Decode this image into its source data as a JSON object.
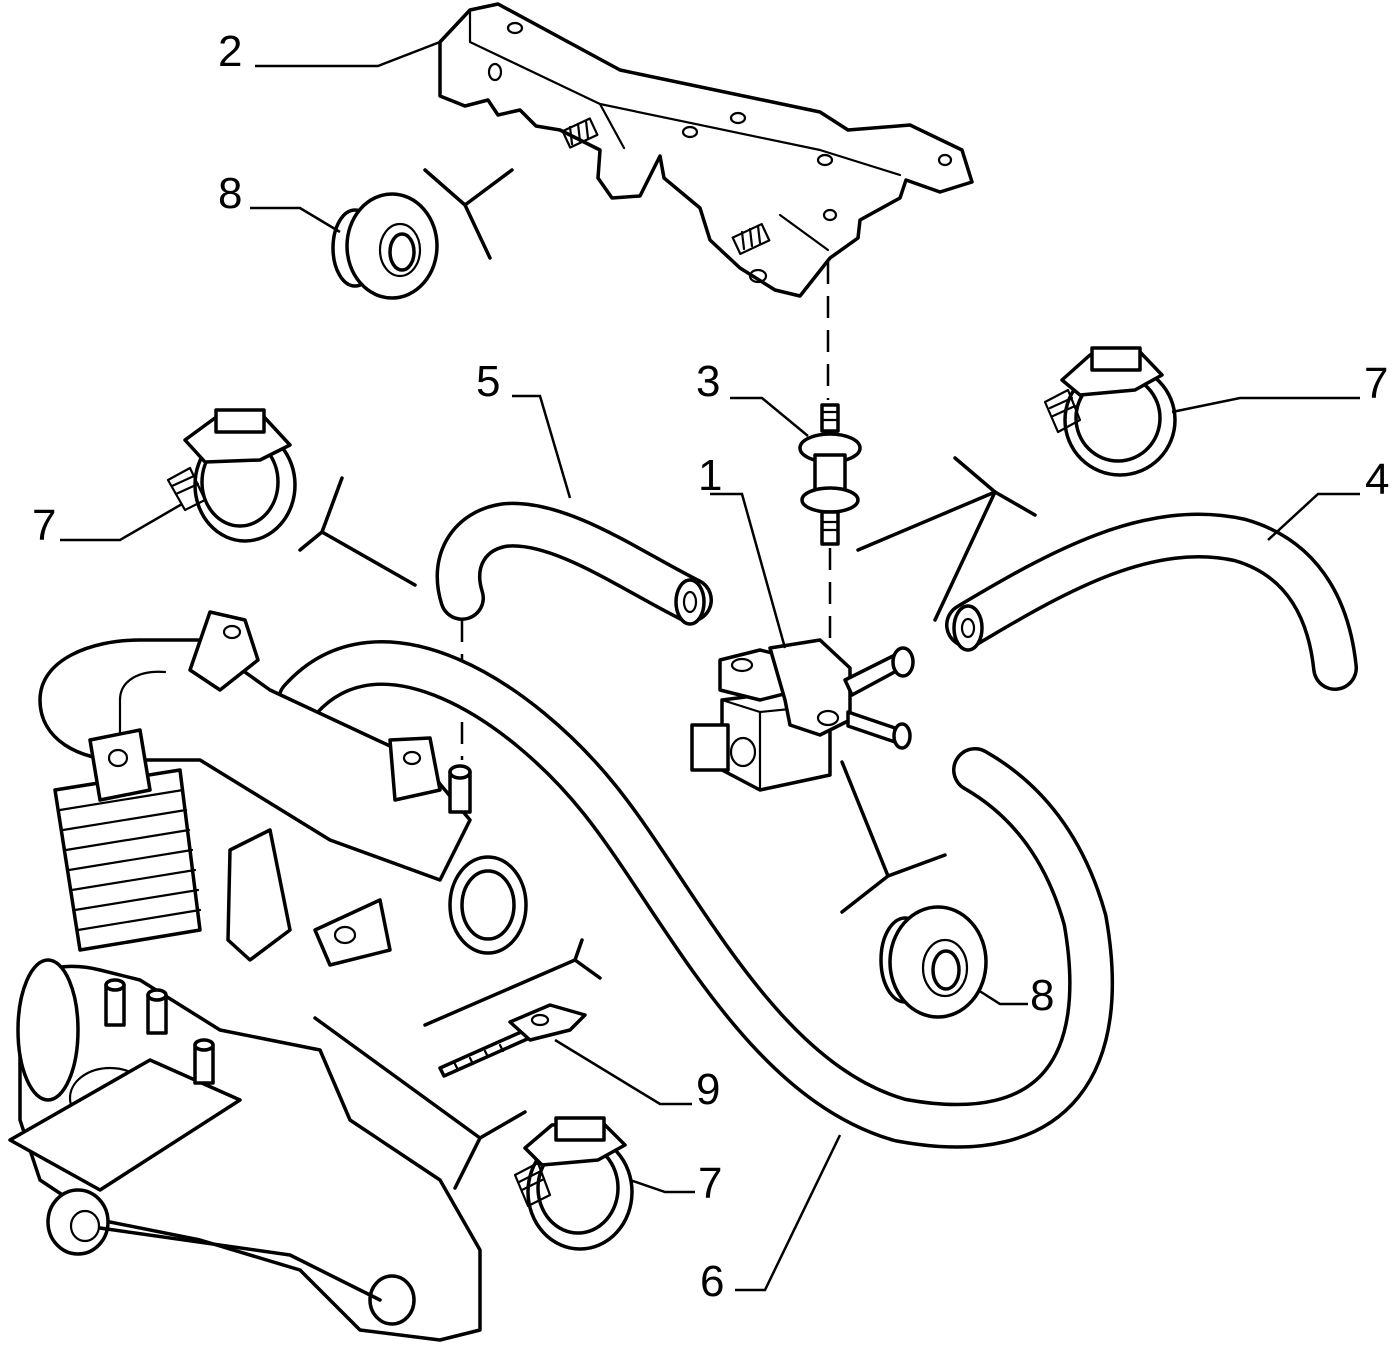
{
  "callouts": {
    "c1": "1",
    "c2": "2",
    "c3": "3",
    "c4": "4",
    "c5": "5",
    "c6": "6",
    "c7_left": "7",
    "c7_right": "7",
    "c7_bottom": "7",
    "c8_top": "8",
    "c8_bottom": "8",
    "c9": "9"
  }
}
